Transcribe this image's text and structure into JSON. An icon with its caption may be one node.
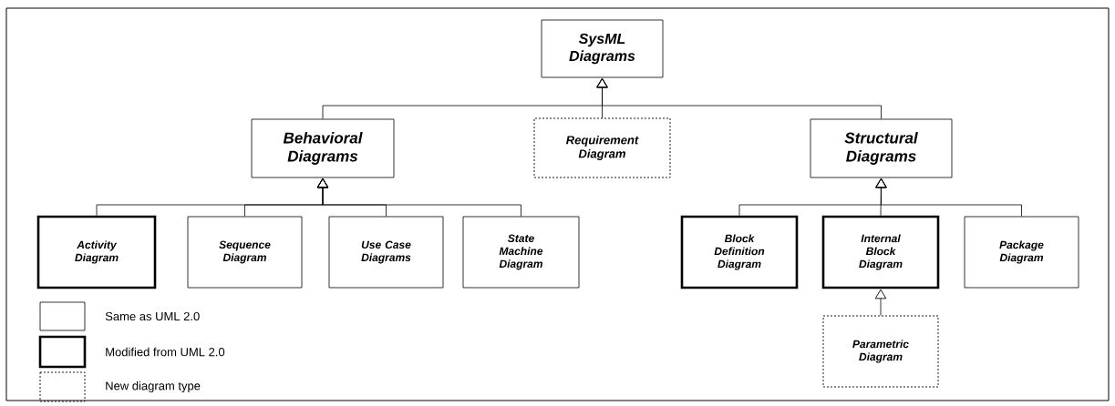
{
  "diagram": {
    "nodes": [
      {
        "text": [
          "SysML Diagrams"
        ]
      },
      {
        "text": [
          "Behavioral Diagrams"
        ]
      },
      {
        "text": [
          "Requirement Diagram"
        ]
      },
      {
        "text": [
          "Structural Diagrams"
        ]
      },
      {
        "text": [
          "Activity Diagram"
        ]
      },
      {
        "text": [
          "Sequence Diagram"
        ]
      },
      {
        "text": [
          "Use Case Diagrams"
        ]
      },
      {
        "text": [
          "State Machine Diagram"
        ]
      },
      {
        "text": [
          "Block Definition Diagram"
        ]
      },
      {
        "text": [
          "Internal Block Diagram"
        ]
      },
      {
        "text": [
          "Package Diagram"
        ]
      },
      {
        "text": [
          "Parametric Diagram"
        ]
      }
    ],
    "edges": [
      {
        "from": 1,
        "to": 0,
        "arrow": "to"
      },
      {
        "from": 2,
        "to": 0,
        "arrow": "to"
      },
      {
        "from": 3,
        "to": 0,
        "arrow": "to"
      },
      {
        "from": 4,
        "to": 1,
        "arrow": "to"
      },
      {
        "from": 5,
        "to": 1,
        "arrow": "to"
      },
      {
        "from": 6,
        "to": 1,
        "arrow": "to"
      },
      {
        "from": 7,
        "to": 1,
        "arrow": "to"
      },
      {
        "from": 8,
        "to": 3,
        "arrow": "to"
      },
      {
        "from": 9,
        "to": 3,
        "arrow": "to"
      },
      {
        "from": 10,
        "to": 3,
        "arrow": "to"
      },
      {
        "from": 11,
        "to": 9,
        "arrow": "to"
      }
    ],
    "legend": [
      {
        "text": "Same as UML 2.0"
      },
      {
        "text": "Modified from UML 2.0"
      },
      {
        "text": "New diagram type"
      }
    ]
  }
}
